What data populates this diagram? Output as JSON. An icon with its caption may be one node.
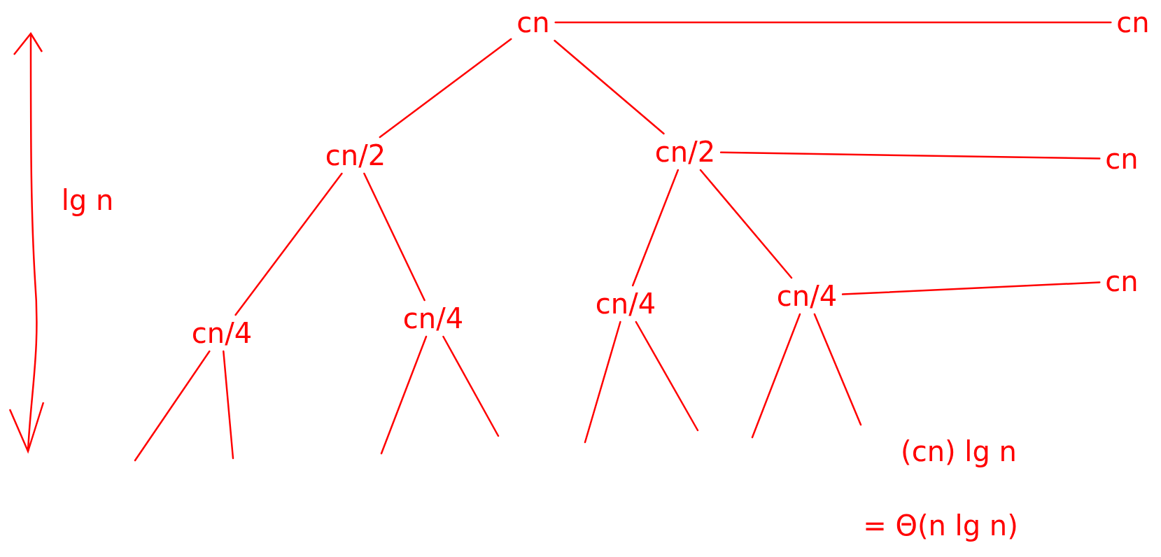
{
  "diagram": {
    "nodes": [
      {
        "text": [
          "cn"
        ]
      },
      {
        "text": [
          "cn/2"
        ]
      },
      {
        "text": [
          "cn/2"
        ]
      },
      {
        "text": [
          "cn/4"
        ]
      },
      {
        "text": [
          "cn/4"
        ]
      },
      {
        "text": [
          "cn/4"
        ]
      },
      {
        "text": [
          "cn/4"
        ]
      },
      {
        "text": [
          "cn"
        ]
      },
      {
        "text": [
          "cn"
        ]
      },
      {
        "text": [
          "cn"
        ]
      }
    ],
    "edges": [
      {
        "from": 0,
        "to": 1,
        "arrow": "none"
      },
      {
        "from": 0,
        "to": 2,
        "arrow": "none"
      },
      {
        "from": 1,
        "to": 3,
        "arrow": "none"
      },
      {
        "from": 1,
        "to": 4,
        "arrow": "none"
      },
      {
        "from": 2,
        "to": 5,
        "arrow": "none"
      },
      {
        "from": 2,
        "to": 6,
        "arrow": "none"
      },
      {
        "from": 0,
        "to": 7,
        "arrow": "none"
      },
      {
        "from": 2,
        "to": 8,
        "arrow": "none"
      },
      {
        "from": 6,
        "to": 9,
        "arrow": "none"
      },
      {
        "from": 3,
        "to": null,
        "arrow": "none"
      },
      {
        "from": 3,
        "to": null,
        "arrow": "none"
      },
      {
        "from": 4,
        "to": null,
        "arrow": "none"
      },
      {
        "from": 4,
        "to": null,
        "arrow": "none"
      },
      {
        "from": 5,
        "to": null,
        "arrow": "none"
      },
      {
        "from": 5,
        "to": null,
        "arrow": "none"
      },
      {
        "from": 6,
        "to": null,
        "arrow": "none"
      },
      {
        "from": 6,
        "to": null,
        "arrow": "none"
      }
    ],
    "labels": [
      "lg n",
      "(cn) lg n",
      "= Θ(n lg n)"
    ]
  }
}
